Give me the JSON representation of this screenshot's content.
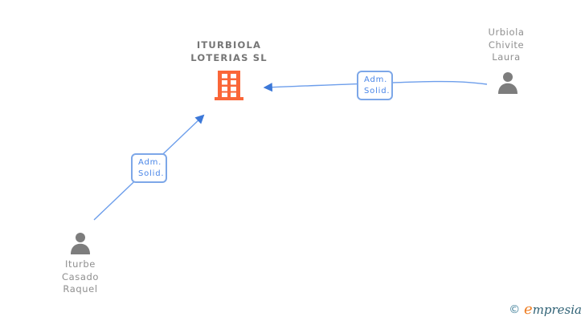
{
  "diagram": {
    "company": {
      "name_line1": "ITURBIOLA",
      "name_line2": "LOTERIAS SL",
      "icon": "building-icon"
    },
    "people": [
      {
        "id": "urbiola",
        "name_lines": [
          "Urbiola",
          "Chivite",
          "Laura"
        ],
        "icon": "person-icon"
      },
      {
        "id": "iturbe",
        "name_lines": [
          "Iturbe",
          "Casado",
          "Raquel"
        ],
        "icon": "person-icon"
      }
    ],
    "relations": [
      {
        "from": "Urbiola Chivite Laura",
        "to": "ITURBIOLA LOTERIAS SL",
        "label_line1": "Adm.",
        "label_line2": "Solid."
      },
      {
        "from": "Iturbe Casado Raquel",
        "to": "ITURBIOLA LOTERIAS SL",
        "label_line1": "Adm.",
        "label_line2": "Solid."
      }
    ],
    "colors": {
      "building_orange": "#fa6638",
      "person_gray": "#7d7d7d",
      "edge_blue": "#6d9eeb",
      "arrowhead_blue": "#3c78d8",
      "relation_box_border": "#7da7e8",
      "relation_box_text": "#4a86e8",
      "company_title_gray": "#757575",
      "person_name_gray": "#8f8f8f"
    }
  },
  "footer": {
    "copyright": "©",
    "brand_initial": "e",
    "brand_rest": "mpresia",
    "brand_orange": "#ee7d23",
    "brand_teal": "#2f6175"
  }
}
